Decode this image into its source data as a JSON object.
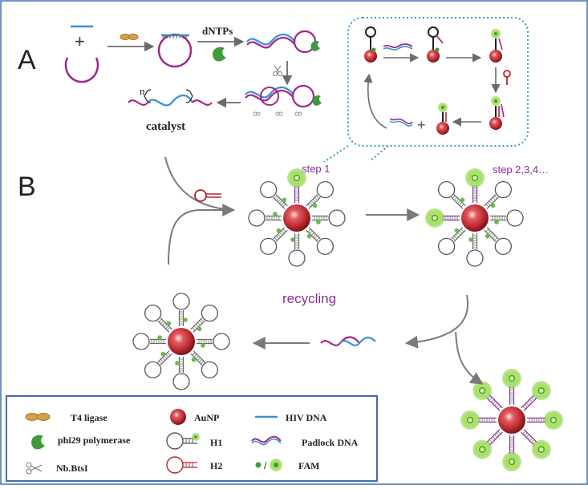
{
  "panels": {
    "a": "A",
    "b": "B"
  },
  "top": {
    "dntps": "dNTPs",
    "n": "n",
    "catalyst": "catalyst"
  },
  "steps": {
    "step1": "step 1",
    "step2": "step 2,3,4…"
  },
  "recycling": "recycling",
  "legend": {
    "t4": "T4  ligase",
    "phi29": "phi29 polymerase",
    "nb": "Nb.BtsI",
    "aunp": "AuNP",
    "h1": "H1",
    "h2": "H2",
    "hiv": "HIV DNA",
    "padlock": "Padlock DNA",
    "fam": "FAM",
    "fam_slash": "/"
  },
  "colors": {
    "magenta": "#a1278a",
    "blue": "#3b8fd1",
    "teal": "#3a9cc0",
    "green": "#3e9a3a",
    "gold": "#d4a04a",
    "frame": "#3f6eb0",
    "red": "#b3262c",
    "fam": "#8fd14f"
  }
}
